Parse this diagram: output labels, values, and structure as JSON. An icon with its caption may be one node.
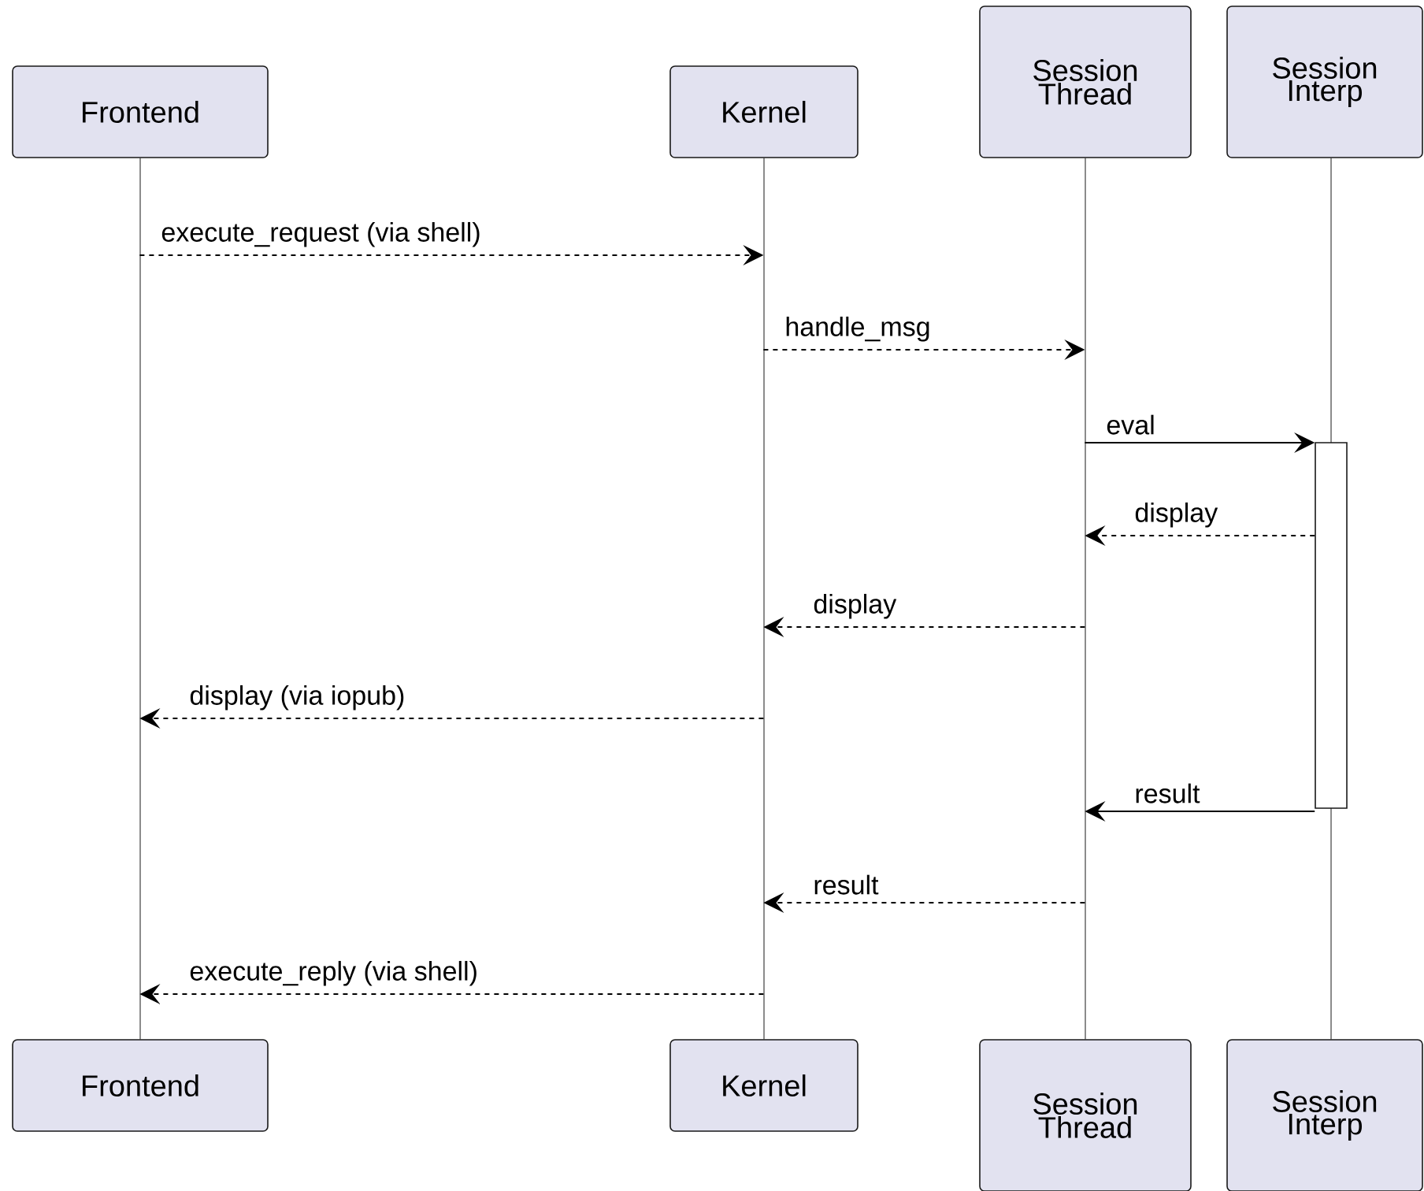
{
  "diagram": {
    "nodes": [
      {
        "text": [
          "Frontend"
        ]
      },
      {
        "text": [
          "Kernel"
        ]
      },
      {
        "text": [
          "Session Thread"
        ]
      },
      {
        "text": [
          "Session Interp"
        ]
      },
      {
        "text": [
          "Frontend"
        ]
      },
      {
        "text": [
          "Kernel"
        ]
      },
      {
        "text": [
          "Session Thread"
        ]
      },
      {
        "text": [
          "Session Interp"
        ]
      },
      {
        "text": [],
        "shape": "line"
      },
      {
        "text": [],
        "shape": "line"
      },
      {
        "text": [],
        "shape": "line"
      },
      {
        "text": [],
        "shape": "line"
      },
      {
        "text": [],
        "shape": "bar"
      }
    ],
    "edges": [
      {
        "from": 8,
        "to": 9,
        "arrow": "to",
        "label": "execute_request (via shell)",
        "style": "dashed"
      },
      {
        "from": 9,
        "to": 10,
        "arrow": "to",
        "label": "handle_msg",
        "style": "dashed"
      },
      {
        "from": 10,
        "to": 12,
        "arrow": "to",
        "label": "eval"
      },
      {
        "from": 12,
        "to": 10,
        "arrow": "to",
        "label": "display",
        "style": "dashed"
      },
      {
        "from": 10,
        "to": 9,
        "arrow": "to",
        "label": "display",
        "style": "dashed"
      },
      {
        "from": 9,
        "to": 8,
        "arrow": "to",
        "label": "display (via iopub)",
        "style": "dashed"
      },
      {
        "from": 12,
        "to": 10,
        "arrow": "to",
        "label": "result"
      },
      {
        "from": 10,
        "to": 9,
        "arrow": "to",
        "label": "result",
        "style": "dashed"
      },
      {
        "from": 9,
        "to": 8,
        "arrow": "to",
        "label": "execute_reply (via shell)",
        "style": "dashed"
      }
    ]
  }
}
